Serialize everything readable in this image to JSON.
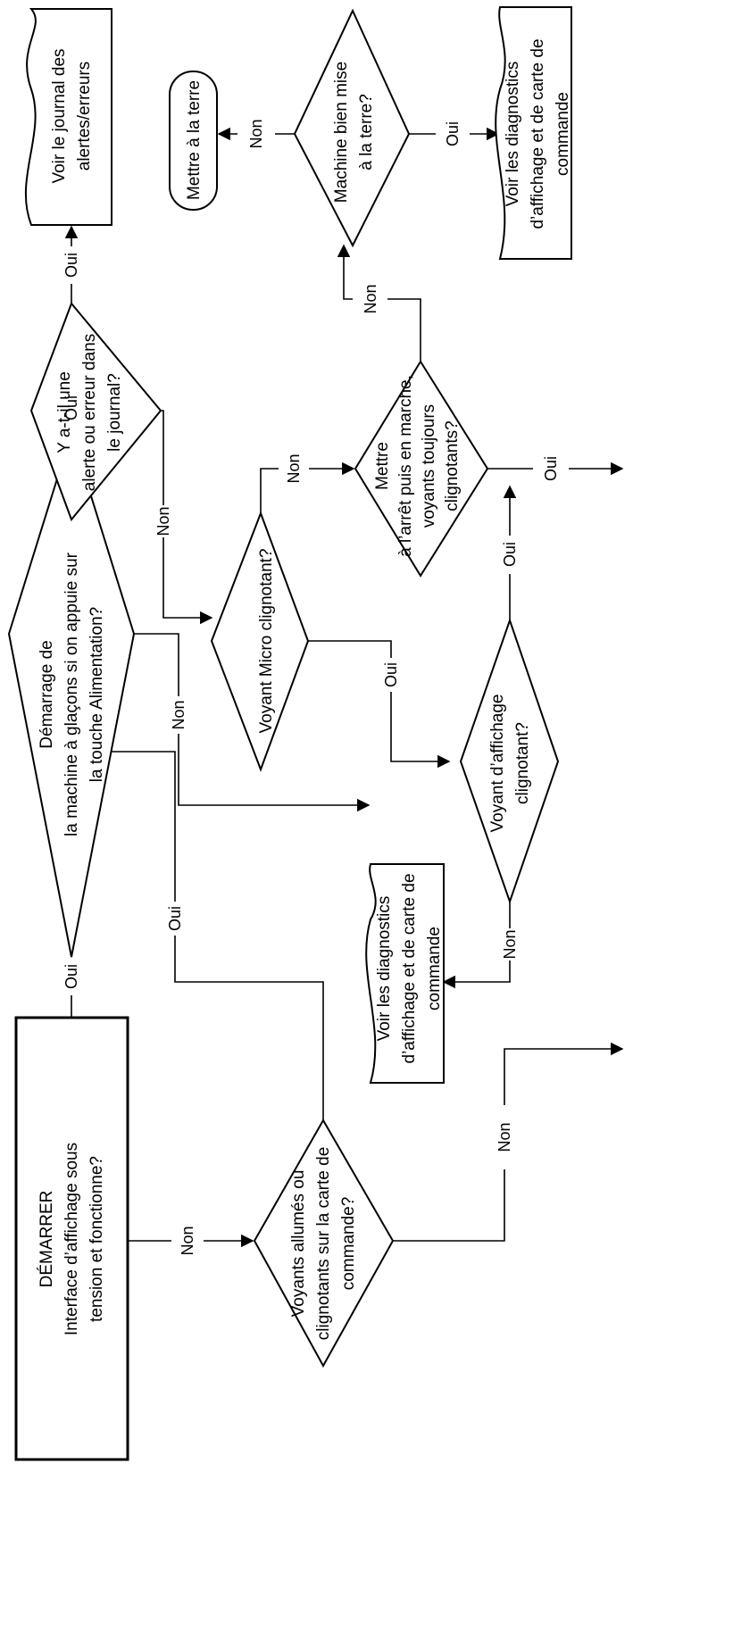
{
  "nodes": {
    "start": {
      "lines": [
        "DÉMARRER",
        "Interface d’affichage sous",
        "tension et fonctionne?"
      ]
    },
    "ice_start": {
      "lines": [
        "Démarrage de",
        "la machine à glaçons si on appuie sur",
        "la touche Alimentation?"
      ]
    },
    "alert_log": {
      "lines": [
        "Y a-t-il une",
        "alerte ou erreur dans",
        "le journal?"
      ]
    },
    "see_log": {
      "lines": [
        "Voir le journal des",
        "alertes/erreurs"
      ]
    },
    "board_leds": {
      "lines": [
        "Voyants allumés ou",
        "clignotants sur la carte de",
        "commande?"
      ]
    },
    "diag_lower": {
      "lines": [
        "Voir les diagnostics",
        "d’affichage et de carte de",
        "commande"
      ]
    },
    "micro_led": {
      "lines": [
        "Voyant Micro clignotant?"
      ]
    },
    "display_led": {
      "lines": [
        "Voyant d’affichage",
        "clignotant?"
      ]
    },
    "power_cycle": {
      "lines": [
        "Mettre",
        "à l’arrêt puis en marche,",
        "voyants toujours",
        "clignotants?"
      ]
    },
    "grounded": {
      "lines": [
        "Machine bien mise",
        "à la terre?"
      ]
    },
    "ground_it": {
      "lines": [
        "Mettre à la terre"
      ]
    },
    "diag_upper": {
      "lines": [
        "Voir les diagnostics",
        "d’affichage et de carte de",
        "commande"
      ]
    }
  },
  "edge_labels": {
    "oui": "Oui",
    "non": "Non"
  },
  "colors": {
    "stroke": "#000000",
    "background": "#ffffff"
  }
}
